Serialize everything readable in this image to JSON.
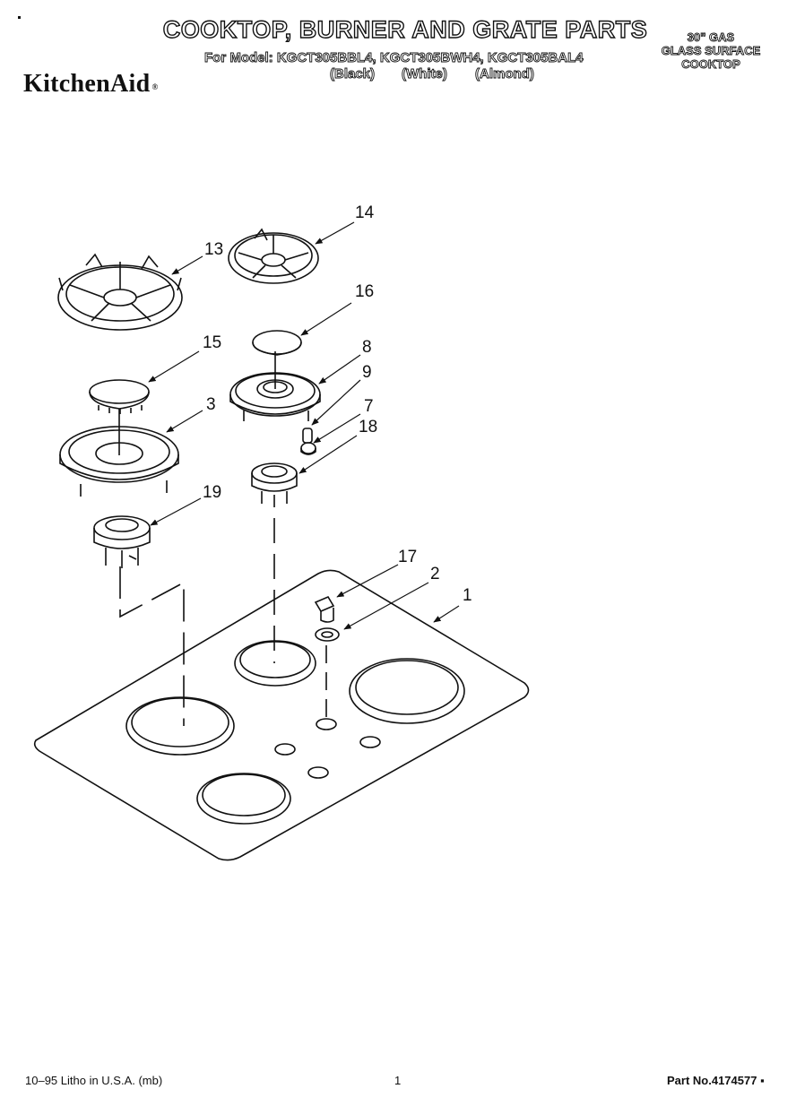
{
  "header": {
    "title": "COOKTOP, BURNER AND GRATE PARTS",
    "model_prefix": "For Model:",
    "models": [
      "KGCT305BBL4,",
      "KGCT305BWH4,",
      "KGCT305BAL4"
    ],
    "colors": [
      "(Black)",
      "(White)",
      "(Almond)"
    ],
    "right_lines": [
      "30\" GAS",
      "GLASS SURFACE",
      "COOKTOP"
    ],
    "brand": "KitchenAid"
  },
  "callouts": [
    "14",
    "13",
    "16",
    "15",
    "8",
    "9",
    "3",
    "7",
    "18",
    "19",
    "17",
    "2",
    "1"
  ],
  "footer": {
    "litho": "10–95 Litho in U.S.A. (mb)",
    "page": "1",
    "part_no": "Part No.4174577"
  }
}
